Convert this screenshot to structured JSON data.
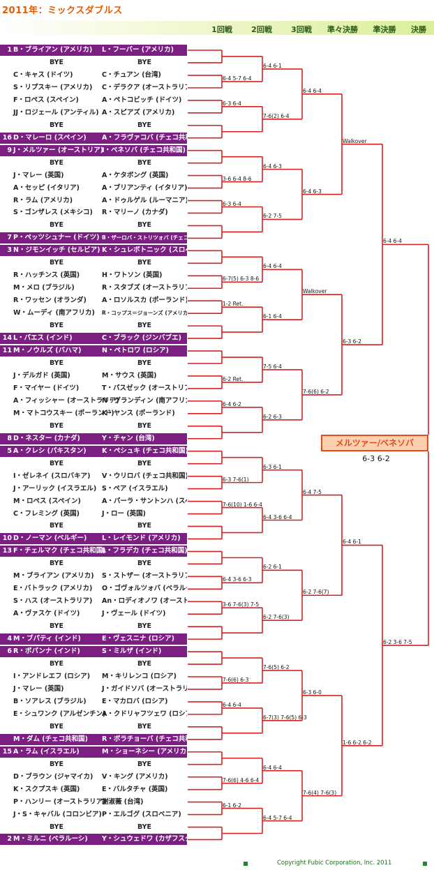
{
  "title": "2011年：ミックスダブルス",
  "rounds": [
    "1回戦",
    "2回戦",
    "3回戦",
    "準々決勝",
    "準決勝",
    "決勝"
  ],
  "entries": [
    {
      "seed": "1",
      "a": "B・ブライアン (アメリカ)",
      "b": "L・フーバー (アメリカ)",
      "hl": true
    },
    {
      "seed": "",
      "a": "BYE",
      "b": "BYE",
      "hl": false
    },
    {
      "seed": "",
      "a": "C・キャス (ドイツ)",
      "b": "C・チュアン (台湾)",
      "hl": false
    },
    {
      "seed": "",
      "a": "S・リプスキー (アメリカ)",
      "b": "C・デラクア (オーストラリア)",
      "hl": false
    },
    {
      "seed": "",
      "a": "F・ロペス (スペイン)",
      "b": "A・ペトコビッチ (ドイツ)",
      "hl": false
    },
    {
      "seed": "",
      "a": "JJ・ロジェール (アンティル)",
      "b": "A・スピアズ (アメリカ)",
      "hl": false
    },
    {
      "seed": "",
      "a": "BYE",
      "b": "BYE",
      "hl": false
    },
    {
      "seed": "16",
      "a": "D・マレーロ (スペイン)",
      "b": "A・フラヴァコバ (チェコ共和国)",
      "hl": true
    },
    {
      "seed": "9",
      "a": "J・メルツァー (オーストリア)",
      "b": "I・ベネソバ (チェコ共和国)",
      "hl": true
    },
    {
      "seed": "",
      "a": "BYE",
      "b": "BYE",
      "hl": false
    },
    {
      "seed": "",
      "a": "J・マレー (英国)",
      "b": "A・ケタボング (英国)",
      "hl": false
    },
    {
      "seed": "",
      "a": "A・セッピ (イタリア)",
      "b": "A・ブリアンティ (イタリア)",
      "hl": false
    },
    {
      "seed": "",
      "a": "R・ラム (アメリカ)",
      "b": "A・ドゥルゲル (ルーマニア)",
      "hl": false
    },
    {
      "seed": "",
      "a": "S・ゴンザレス (メキシコ)",
      "b": "R・マリーノ (カナダ)",
      "hl": false
    },
    {
      "seed": "",
      "a": "BYE",
      "b": "BYE",
      "hl": false
    },
    {
      "seed": "7",
      "a": "P・ペッツシュナー (ドイツ)",
      "b": "B・ザーロバ・ストリツォバ (チェコ共和国)",
      "hl": true,
      "small": true
    },
    {
      "seed": "3",
      "a": "N・ジモンイッチ (セルビア)",
      "b": "K・シュレボトニック (スロベニア)",
      "hl": true
    },
    {
      "seed": "",
      "a": "BYE",
      "b": "BYE",
      "hl": false
    },
    {
      "seed": "",
      "a": "R・ハッチンス (英国)",
      "b": "H・ワトソン (英国)",
      "hl": false
    },
    {
      "seed": "",
      "a": "M・メロ (ブラジル)",
      "b": "R・スタブズ (オーストラリア)",
      "hl": false
    },
    {
      "seed": "",
      "a": "R・ワッセン (オランダ)",
      "b": "A・ロソルスカ (ポーランド)",
      "hl": false
    },
    {
      "seed": "",
      "a": "W・ムーディ (南アフリカ)",
      "b": "R・コップス＝ジョーンズ (アメリカ)",
      "hl": false,
      "small": true
    },
    {
      "seed": "",
      "a": "BYE",
      "b": "BYE",
      "hl": false
    },
    {
      "seed": "14",
      "a": "L・パエス (インド)",
      "b": "C・ブラック (ジンバブエ)",
      "hl": true
    },
    {
      "seed": "11",
      "a": "M・ノウルズ (バハマ)",
      "b": "N・ペトロワ (ロシア)",
      "hl": true
    },
    {
      "seed": "",
      "a": "BYE",
      "b": "BYE",
      "hl": false
    },
    {
      "seed": "",
      "a": "J・デルガド (英国)",
      "b": "M・サウス (英国)",
      "hl": false
    },
    {
      "seed": "",
      "a": "F・マイヤー (ドイツ)",
      "b": "T・パスゼック (オーストリア)",
      "hl": false
    },
    {
      "seed": "",
      "a": "A・フィッシャー (オーストラリア)",
      "b": "N・グランディン (南アフリカ)",
      "hl": false
    },
    {
      "seed": "",
      "a": "M・マトコウスキー (ポーランド)",
      "b": "K・ヤンス (ポーランド)",
      "hl": false
    },
    {
      "seed": "",
      "a": "BYE",
      "b": "BYE",
      "hl": false
    },
    {
      "seed": "8",
      "a": "D・ネスター (カナダ)",
      "b": "Y・チャン (台湾)",
      "hl": true
    },
    {
      "seed": "5",
      "a": "A・クレシ (パキスタン)",
      "b": "K・ペシュキ (チェコ共和国)",
      "hl": true
    },
    {
      "seed": "",
      "a": "BYE",
      "b": "BYE",
      "hl": false
    },
    {
      "seed": "",
      "a": "I・ゼレネイ (スロバキア)",
      "b": "V・ウリロバ (チェコ共和国)",
      "hl": false
    },
    {
      "seed": "",
      "a": "J・アーリック (イスラエル)",
      "b": "S・ペア (イスラエル)",
      "hl": false
    },
    {
      "seed": "",
      "a": "M・ロペス (スペイン)",
      "b": "A・パーラ・サントンハ (スペイン)",
      "hl": false
    },
    {
      "seed": "",
      "a": "C・フレミング (英国)",
      "b": "J・ロー (英国)",
      "hl": false
    },
    {
      "seed": "",
      "a": "BYE",
      "b": "BYE",
      "hl": false
    },
    {
      "seed": "10",
      "a": "D・ノーマン (ベルギー)",
      "b": "L・レイモンド (アメリカ)",
      "hl": true
    },
    {
      "seed": "13",
      "a": "F・チェルマク (チェコ共和国)",
      "b": "L・フラデカ (チェコ共和国)",
      "hl": true
    },
    {
      "seed": "",
      "a": "BYE",
      "b": "BYE",
      "hl": false
    },
    {
      "seed": "",
      "a": "M・ブライアン (アメリカ)",
      "b": "S・ストザー (オーストラリア)",
      "hl": false
    },
    {
      "seed": "",
      "a": "E・バトラック (アメリカ)",
      "b": "O・ゴヴォルツォバ (ベラルーシ)",
      "hl": false
    },
    {
      "seed": "",
      "a": "S・ハス (オーストラリア)",
      "b": "An・ロディオノワ (オーストラリア)",
      "hl": false
    },
    {
      "seed": "",
      "a": "A・ヴァスケ (ドイツ)",
      "b": "J・ヴェール (ドイツ)",
      "hl": false
    },
    {
      "seed": "",
      "a": "BYE",
      "b": "BYE",
      "hl": false
    },
    {
      "seed": "4",
      "a": "M・ブパティ (インド)",
      "b": "E・ヴェスニナ (ロシア)",
      "hl": true
    },
    {
      "seed": "6",
      "a": "R・ボパンナ (インド)",
      "b": "S・ミルザ (インド)",
      "hl": true
    },
    {
      "seed": "",
      "a": "BYE",
      "b": "BYE",
      "hl": false
    },
    {
      "seed": "",
      "a": "I・アンドレエフ (ロシア)",
      "b": "M・キリレンコ (ロシア)",
      "hl": false
    },
    {
      "seed": "",
      "a": "J・マレー (英国)",
      "b": "J・ガイドソバ (オーストラリア)",
      "hl": false
    },
    {
      "seed": "",
      "a": "B・ソアレス (ブラジル)",
      "b": "E・マカロバ (ロシア)",
      "hl": false
    },
    {
      "seed": "",
      "a": "E・シュワンク (アルゼンチン)",
      "b": "A・クドリャフツェワ (ロシア)",
      "hl": false
    },
    {
      "seed": "",
      "a": "BYE",
      "b": "BYE",
      "hl": false
    },
    {
      "seed": "",
      "a": "M・ダム (チェコ共和国)",
      "b": "R・ボラチョーバ (チェコ共和国)",
      "hl": true
    },
    {
      "seed": "15",
      "a": "A・ラム (イスラエル)",
      "b": "M・ショーネシー (アメリカ)",
      "hl": true
    },
    {
      "seed": "",
      "a": "BYE",
      "b": "BYE",
      "hl": false
    },
    {
      "seed": "",
      "a": "D・ブラウン (ジャマイカ)",
      "b": "V・キング (アメリカ)",
      "hl": false
    },
    {
      "seed": "",
      "a": "K・スクプスキ (英国)",
      "b": "E・バルタチャ (英国)",
      "hl": false
    },
    {
      "seed": "",
      "a": "P・ハンリー (オーストラリア)",
      "b": "謝淑薇 (台湾)",
      "hl": false
    },
    {
      "seed": "",
      "a": "J・S・キャバル (コロンビア)",
      "b": "P・エルゴグ (スロベニア)",
      "hl": false
    },
    {
      "seed": "",
      "a": "BYE",
      "b": "BYE",
      "hl": false
    },
    {
      "seed": "2",
      "a": "M・ミルニ (ベラルーシ)",
      "b": "Y・シュウェドワ (カザフスタン)",
      "hl": true
    }
  ],
  "scores": {
    "r1": [
      "",
      "6-4 5-7 6-4",
      "6-3 6-4",
      "",
      "",
      "3-6 6-4 8-6",
      "6-3 6-4",
      "",
      "",
      "6-7(5) 6-3 8-6",
      "1-2 Ret.",
      "",
      "",
      "6-2 Ret.",
      "6-4 6-2",
      "",
      "",
      "6-3 7-6(1)",
      "7-6(10) 1-6 6-4",
      "",
      "",
      "6-4 3-6 6-3",
      "3-6 7-6(3) 7-5",
      "",
      "",
      "7-6(6) 6-3",
      "6-4 6-4",
      "",
      "",
      "7-6(6) 4-6 6-4",
      "6-1 6-2",
      ""
    ],
    "r2": [
      "6-4 6-1",
      "7-6(2) 6-4",
      "6-4 6-3",
      "6-2 7-5",
      "6-4 6-4",
      "6-1 6-4",
      "7-5 6-4",
      "6-2 6-3",
      "6-3 6-1",
      "6-4 3-6 6-4",
      "6-2 6-1",
      "6-2 7-6(3)",
      "7-6(5) 6-2",
      "6-7(3) 7-6(5) 6-3",
      "6-4 6-4",
      "6-4 5-7 6-4"
    ],
    "r3": [
      "6-4 6-4",
      "6-4 6-3",
      "Walkover",
      "7-6(6) 6-2",
      "6-4 7-5",
      "6-2 7-6(7)",
      "6-3 6-0",
      "7-6(4) 7-6(3)"
    ],
    "qf": [
      "Walkover",
      "6-3 6-2",
      "6-4 6-1",
      "1-6 6-2 6-2"
    ],
    "sf": [
      "6-4 6-4",
      "6-2 3-6 7-5"
    ]
  },
  "champion": "メルツァー/ベネソバ",
  "final_score": "6-3 6-2",
  "copyright": "Copyright Fubic Corporation, Inc. 2011",
  "colors": {
    "seed_bg": "#7b1f83",
    "bracket_line": "#d42020",
    "title": "#e65a00",
    "round_header": "#2b5a1a"
  }
}
